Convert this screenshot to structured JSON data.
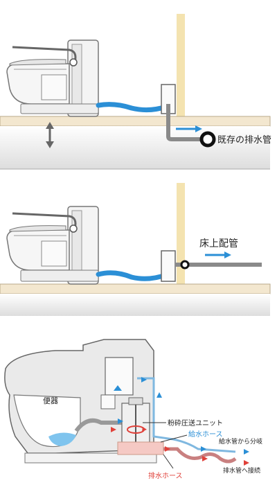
{
  "panel_top": {
    "pipe_label": "既存の排水管"
  },
  "panel_mid": {
    "pipe_label": "床上配管"
  },
  "panel_bot": {
    "toilet_label": "便器",
    "unit_label": "粉砕圧送ユニット",
    "supply_hose_label": "給水ホース",
    "drain_hose_label": "排水ホース",
    "branch_label": "給水管から分岐",
    "connect_label": "排水管へ接続"
  },
  "colors": {
    "water_blue": "#2b8fd6",
    "drain_red": "#e0413a",
    "floor": "#f3e7cf",
    "wall": "#f4e3b0",
    "pipe_gray": "#8a8a8a"
  }
}
